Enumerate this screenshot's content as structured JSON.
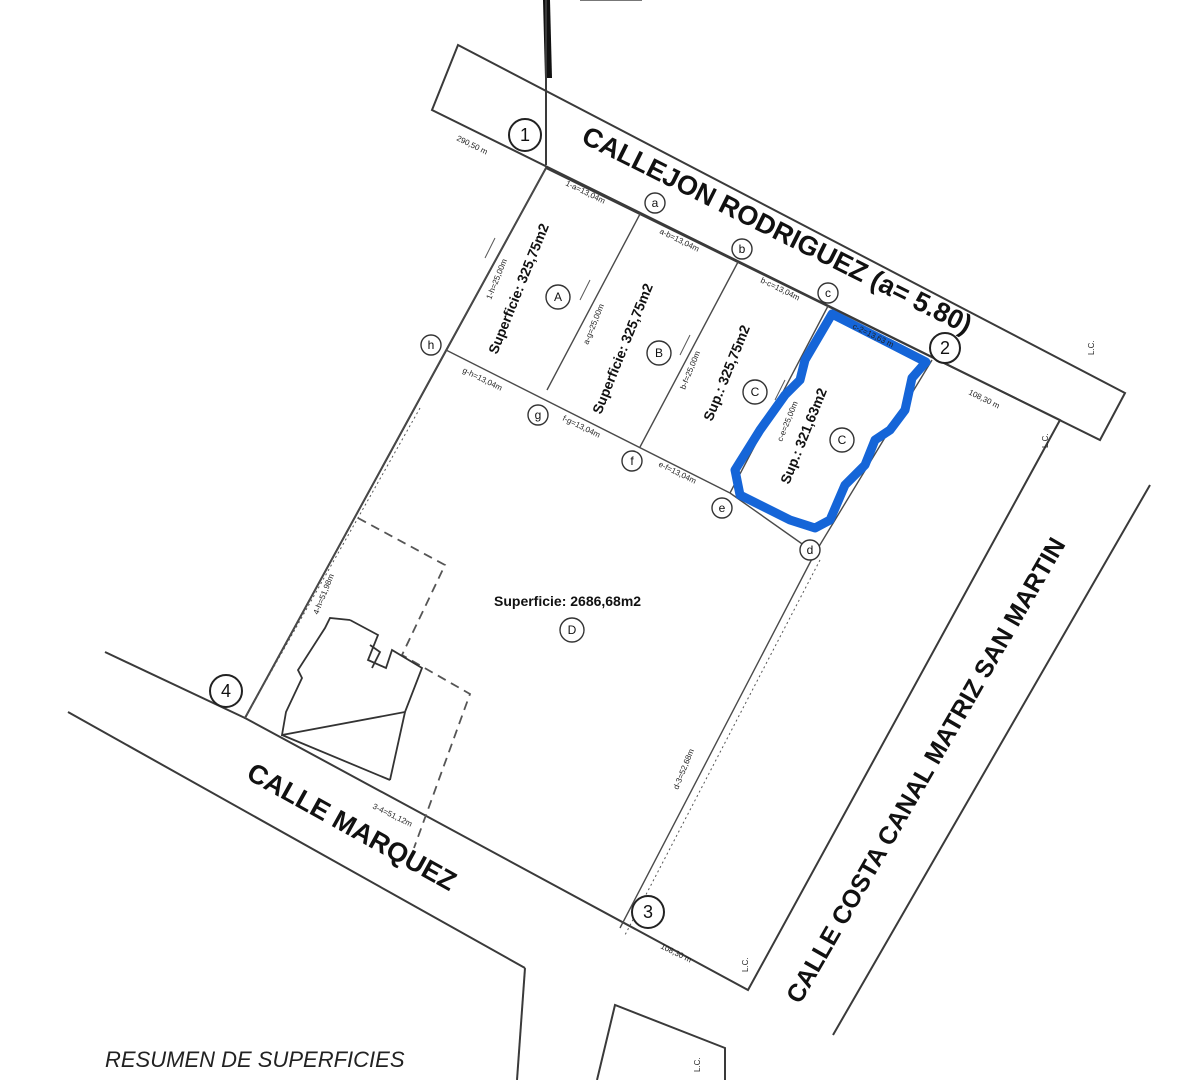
{
  "streets": {
    "north": "CALLEJON RODRIGUEZ (a= 5.80)",
    "east": "CALLE COSTA CANAL MATRIZ SAN MARTIN",
    "south": "CALLE MARQUEZ"
  },
  "vertices": {
    "v1": "1",
    "v2": "2",
    "v3": "3",
    "v4": "4",
    "a": "a",
    "b": "b",
    "c": "c",
    "d": "d",
    "e": "e",
    "f": "f",
    "g": "g",
    "h": "h"
  },
  "lots": {
    "A": {
      "letter": "A",
      "area": "Superficie: 325,75m2"
    },
    "B": {
      "letter": "B",
      "area": "Superficie: 325,75m2"
    },
    "C1": {
      "letter": "C",
      "area": "Sup.: 325,75m2"
    },
    "C2": {
      "letter": "C",
      "area": "Sup.: 321,63m2",
      "highlight_color": "#1565d8"
    },
    "D": {
      "letter": "D",
      "area": "Superficie: 2686,68m2"
    }
  },
  "dimensions": {
    "d_290": "290,50 m",
    "d_1a": "1-a=13,04m",
    "d_ab": "a-b=13,04m",
    "d_bc": "b-c=13,04m",
    "d_c2": "c-2=13,63 m",
    "d_1h": "1-h=25,00m",
    "d_ag": "a-g=25,00m",
    "d_bf": "b-f=25,00m",
    "d_ce": "c-e=25,00m",
    "d_gh": "g-h=13,04m",
    "d_fg": "f-g=13,04m",
    "d_ef": "e-f=13,04m",
    "d_108_top": "108,30 m",
    "d_h4": "4-h=51,98m",
    "d_34": "3-4=51,12m",
    "d_d3": "d-3=52,68m",
    "d_108_bot": "108,30 m",
    "lc1": "L.C.",
    "lc2": "L.C.",
    "lc3": "L.C.",
    "lc4": "L.C."
  },
  "summary": {
    "title": "RESUMEN DE SUPERFICIES"
  }
}
